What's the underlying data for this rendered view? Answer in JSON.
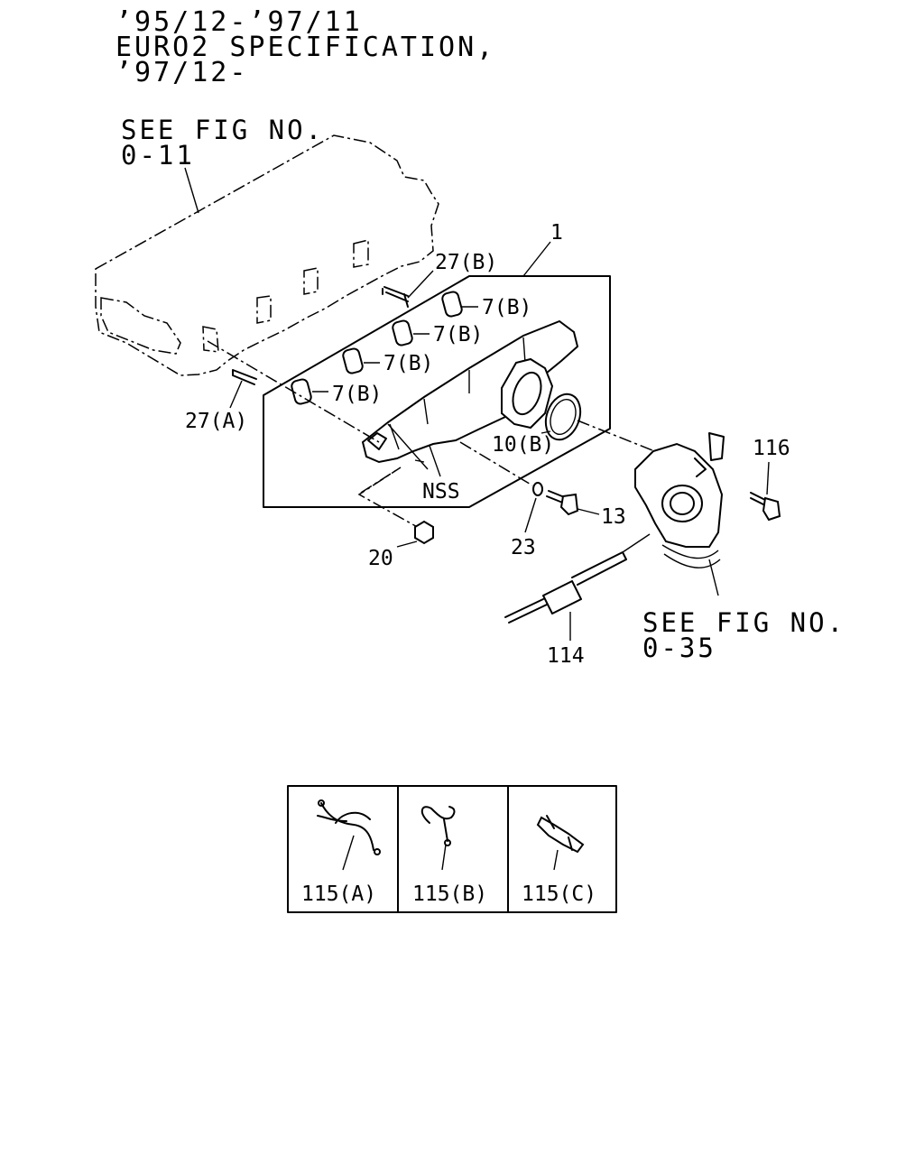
{
  "header": {
    "line1": "’95/12-’97/11",
    "line2": "EURO2 SPECIFICATION,",
    "line3": "’97/12-"
  },
  "references": {
    "fig_0_11_line1": "SEE FIG NO.",
    "fig_0_11_line2": "0-11",
    "fig_0_35_line1": "SEE FIG NO.",
    "fig_0_35_line2": "0-35"
  },
  "callouts": {
    "p1": "1",
    "p27b": "27(B)",
    "p7b_1": "7(B)",
    "p7b_2": "7(B)",
    "p7b_3": "7(B)",
    "p7b_4": "7(B)",
    "p27a": "27(A)",
    "p10b": "10(B)",
    "nss": "NSS",
    "p116": "116",
    "p13": "13",
    "p23": "23",
    "p20": "20",
    "p114": "114"
  },
  "inset": {
    "cells": [
      {
        "label": "115(A)"
      },
      {
        "label": "115(B)"
      },
      {
        "label": "115(C)"
      }
    ]
  }
}
